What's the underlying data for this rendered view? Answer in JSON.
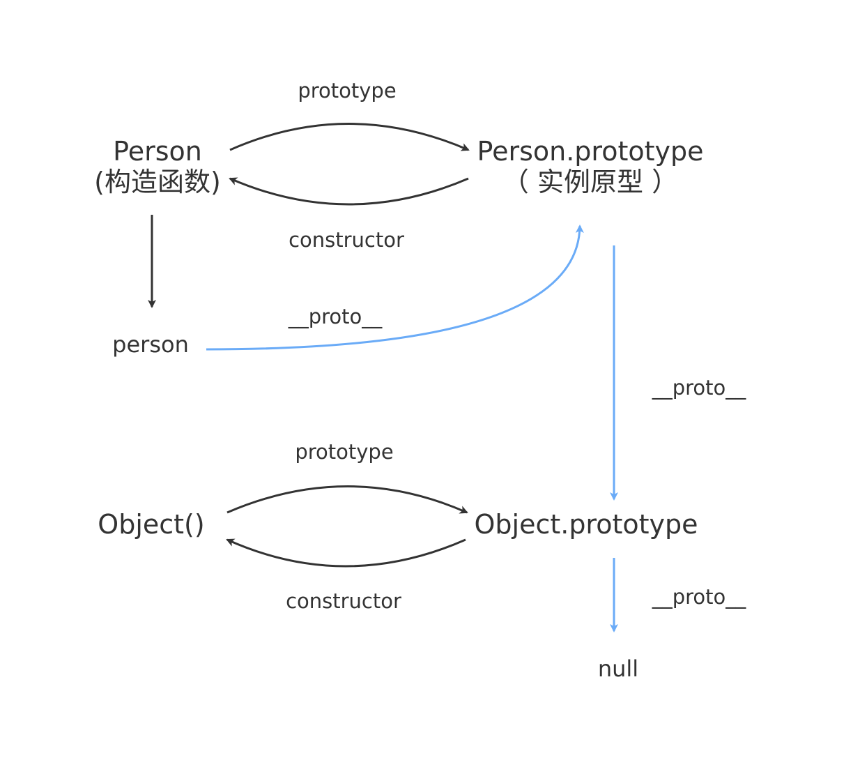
{
  "diagram": {
    "colors": {
      "text": "#333333",
      "black_edge": "#333333",
      "blue_edge": "#6aabf7",
      "background": "#ffffff"
    },
    "nodes": {
      "person_ctor": {
        "line1": "Person",
        "line2": "(构造函数)"
      },
      "person_proto": {
        "line1": "Person.prototype",
        "line2": "（ 实例原型 ）"
      },
      "person_instance": {
        "label": "person"
      },
      "object_ctor": {
        "label": "Object()"
      },
      "object_proto": {
        "label": "Object.prototype"
      },
      "null_node": {
        "label": "null"
      }
    },
    "edges": {
      "person_prototype": "prototype",
      "person_constructor": "constructor",
      "person_instance_proto": "__proto__",
      "person_proto_proto": "__proto__",
      "object_prototype": "prototype",
      "object_constructor": "constructor",
      "object_proto_proto": "__proto__"
    }
  }
}
